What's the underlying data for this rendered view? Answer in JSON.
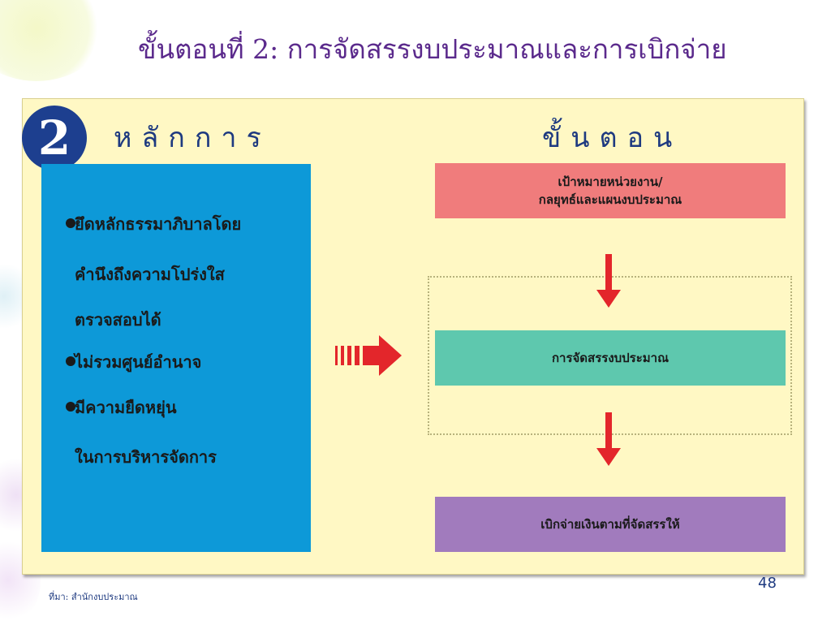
{
  "title": "ขั้นตอนที่ 2: การจัดสรรงบประมาณและการเบิกจ่าย",
  "badge": "2",
  "principles": {
    "heading": "หลักการ",
    "items": [
      {
        "bullet": true,
        "text": "ยึดหลักธรรมาภิบาลโดย"
      },
      {
        "bullet": false,
        "text": "คำนึงถึงความโปร่งใส"
      },
      {
        "bullet": false,
        "text": "ตรวจสอบได้"
      },
      {
        "bullet": true,
        "text": "ไม่รวมศูนย์อำนาจ"
      },
      {
        "bullet": true,
        "text": "มีความยืดหยุ่น"
      },
      {
        "bullet": false,
        "text": "ในการบริหารจัดการ"
      }
    ]
  },
  "steps": {
    "heading": "ขั้นตอน",
    "items": [
      {
        "lines": [
          "เป้าหมายหน่วยงาน/",
          "กลยุทธ์และแผนงบประมาณ"
        ]
      },
      {
        "lines": [
          "การจัดสรรงบประมาณ"
        ]
      },
      {
        "lines": [
          "เบิกจ่ายเงินตามที่จัดสรรให้"
        ]
      }
    ]
  },
  "page_number": "48",
  "source": "ที่มา: สำนักงบประมาณ",
  "colors": {
    "title": "#5b2a8c",
    "panel_background": "#fff8c4",
    "principles_box": "#0d99d8",
    "badge": "#1d3f8f",
    "step_1": "#f07c7c",
    "step_2": "#5ec8ae",
    "step_3": "#a17bbd",
    "arrow": "#e3262b"
  },
  "icons": {
    "big_arrow": "striped-right-arrow-icon",
    "step_arrow": "down-arrow-icon"
  }
}
